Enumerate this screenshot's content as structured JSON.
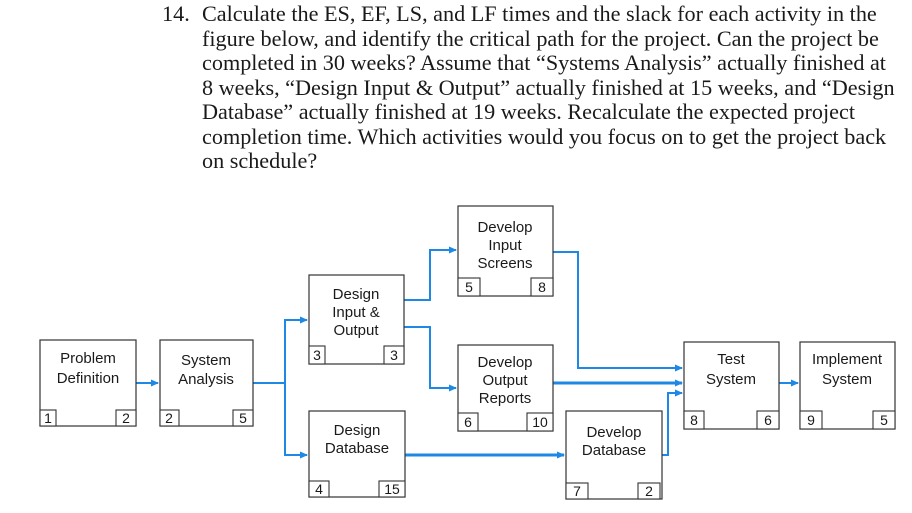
{
  "question": {
    "number": "14.",
    "lines": [
      "Calculate the ES, EF, LS, and LF times and the slack for each activity in the",
      "figure below, and identify the critical path for the project. Can the project be",
      "completed in 30 weeks? Assume that “Systems Analysis” actually finished at",
      "8 weeks, “Design Input & Output” actually finished at 15 weeks, and “Design",
      "Database” actually finished at 19 weeks. Recalculate the expected project",
      "completion time. Which activities would you focus on to get the project back",
      "on schedule?"
    ]
  },
  "network": {
    "line_color": "#1e88e5",
    "activities": [
      {
        "id": "problem-definition",
        "label": [
          "Problem",
          "Definition"
        ],
        "left": "1",
        "right": "2"
      },
      {
        "id": "system-analysis",
        "label": [
          "System",
          "Analysis"
        ],
        "left": "2",
        "right": "5"
      },
      {
        "id": "design-input-output",
        "label": [
          "Design",
          "Input &",
          "Output"
        ],
        "left": "3",
        "right": "3"
      },
      {
        "id": "design-database",
        "label": [
          "Design",
          "Database"
        ],
        "left": "4",
        "right": "15"
      },
      {
        "id": "develop-input-screens",
        "label": [
          "Develop",
          "Input",
          "Screens"
        ],
        "left": "5",
        "right": "8"
      },
      {
        "id": "develop-output-reports",
        "label": [
          "Develop",
          "Output",
          "Reports"
        ],
        "left": "6",
        "right": "10"
      },
      {
        "id": "develop-database",
        "label": [
          "Develop",
          "Database"
        ],
        "left": "7",
        "right": "2"
      },
      {
        "id": "test-system",
        "label": [
          "Test",
          "System"
        ],
        "left": "8",
        "right": "6"
      },
      {
        "id": "implement-system",
        "label": [
          "Implement",
          "System"
        ],
        "left": "9",
        "right": "5"
      }
    ]
  }
}
